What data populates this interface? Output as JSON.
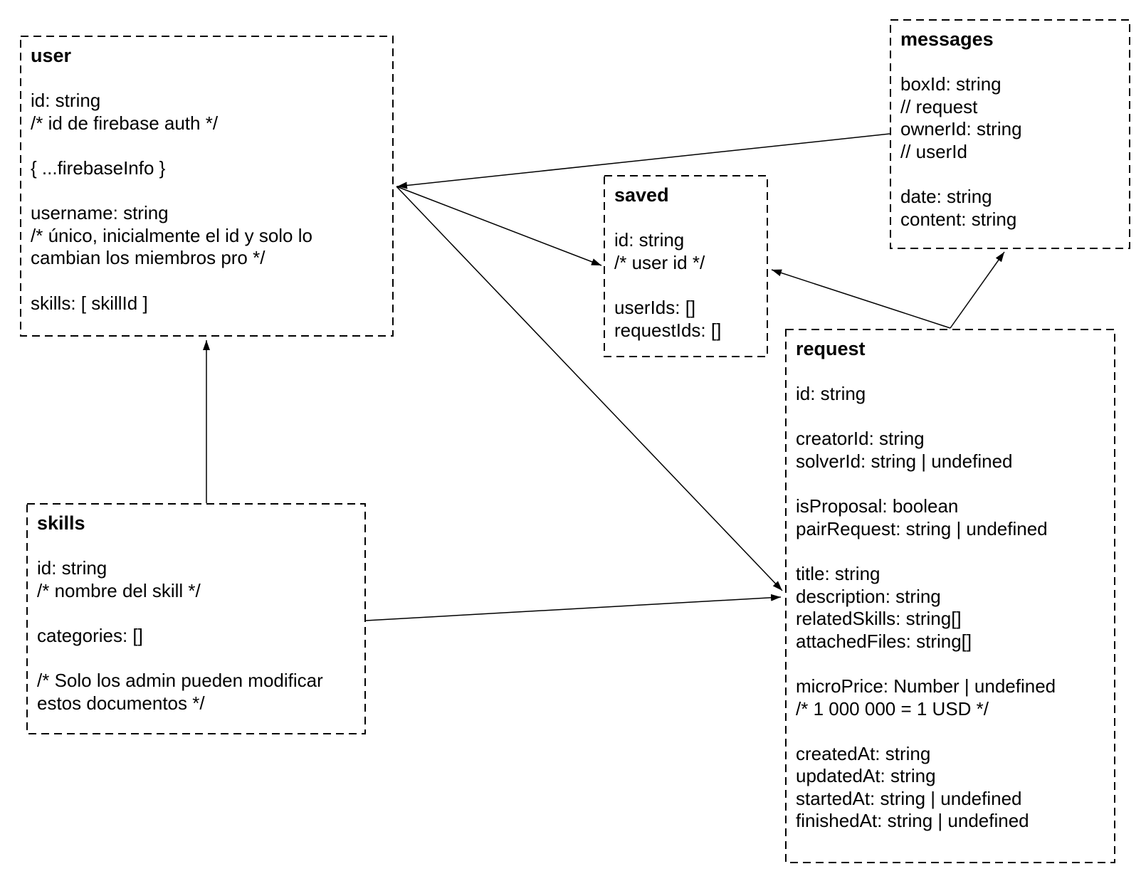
{
  "diagram_title": "database schema diagram",
  "colors": {
    "ink": "#000000",
    "background": "#ffffff"
  },
  "entities": {
    "user": {
      "title": "user",
      "fields": [
        "id: string",
        "/* id de firebase auth */",
        "",
        "{ ...firebaseInfo }",
        "",
        "username: string",
        "/* único, inicialmente el id y solo lo",
        "cambian los miembros pro */",
        "",
        "skills: [ skillId ]"
      ]
    },
    "messages": {
      "title": "messages",
      "fields": [
        "boxId: string",
        "// request",
        "ownerId: string",
        "// userId",
        "",
        "date: string",
        "content: string"
      ]
    },
    "saved": {
      "title": "saved",
      "fields": [
        "id: string",
        "/* user id */",
        "",
        "userIds: []",
        "requestIds: []"
      ]
    },
    "skills": {
      "title": "skills",
      "fields": [
        "id: string",
        "/* nombre del skill */",
        "",
        "categories: []",
        "",
        "/* Solo los admin pueden modificar",
        "estos documentos */"
      ]
    },
    "request": {
      "title": "request",
      "fields": [
        "id: string",
        "",
        "creatorId: string",
        "solverId: string | undefined",
        "",
        "isProposal: boolean",
        "pairRequest: string | undefined",
        "",
        "title: string",
        "description: string",
        "relatedSkills: string[]",
        "attachedFiles: string[]",
        "",
        "microPrice: Number | undefined",
        "/* 1 000 000 = 1 USD */",
        "",
        "createdAt: string",
        "updatedAt: string",
        "startedAt: string | undefined",
        "finishedAt: string | undefined"
      ]
    }
  },
  "connections": [
    {
      "from": "messages",
      "to": "user"
    },
    {
      "from": "user",
      "to": "saved"
    },
    {
      "from": "user",
      "to": "request"
    },
    {
      "from": "skills",
      "to": "user"
    },
    {
      "from": "skills",
      "to": "request"
    },
    {
      "from": "request",
      "to": "saved"
    },
    {
      "from": "request",
      "to": "messages"
    }
  ]
}
